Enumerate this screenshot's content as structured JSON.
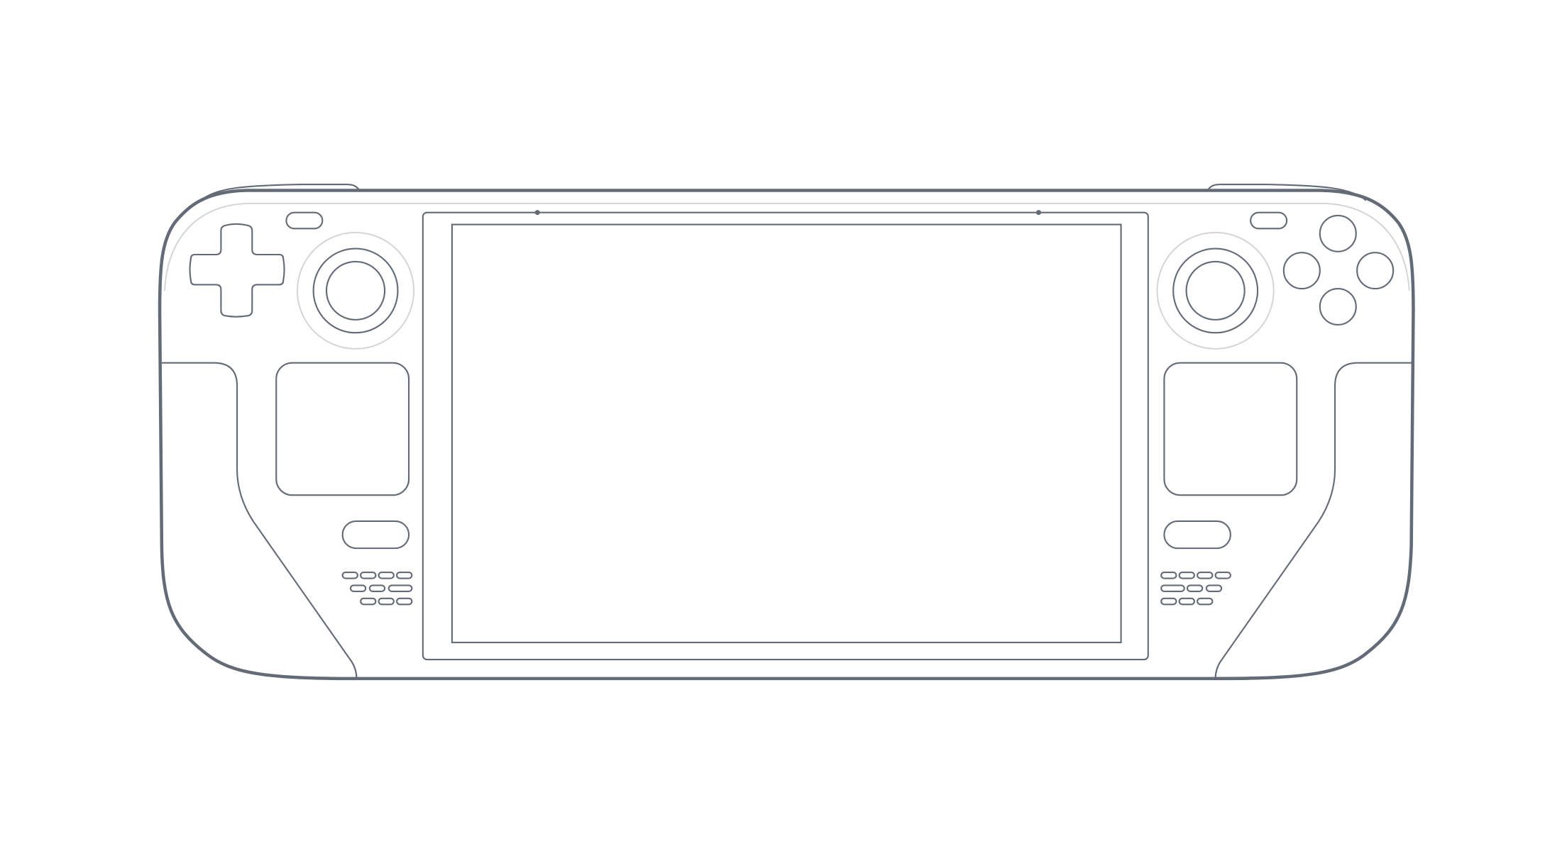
{
  "colors": {
    "outline": "#646b78",
    "guide": "#d4d5d8",
    "background": "#ffffff"
  },
  "parts": [
    "console-body",
    "screen",
    "dpad-icon",
    "left-thumbstick",
    "right-thumbstick",
    "left-trackpad",
    "right-trackpad",
    "abxy-buttons",
    "speaker-grilles"
  ]
}
